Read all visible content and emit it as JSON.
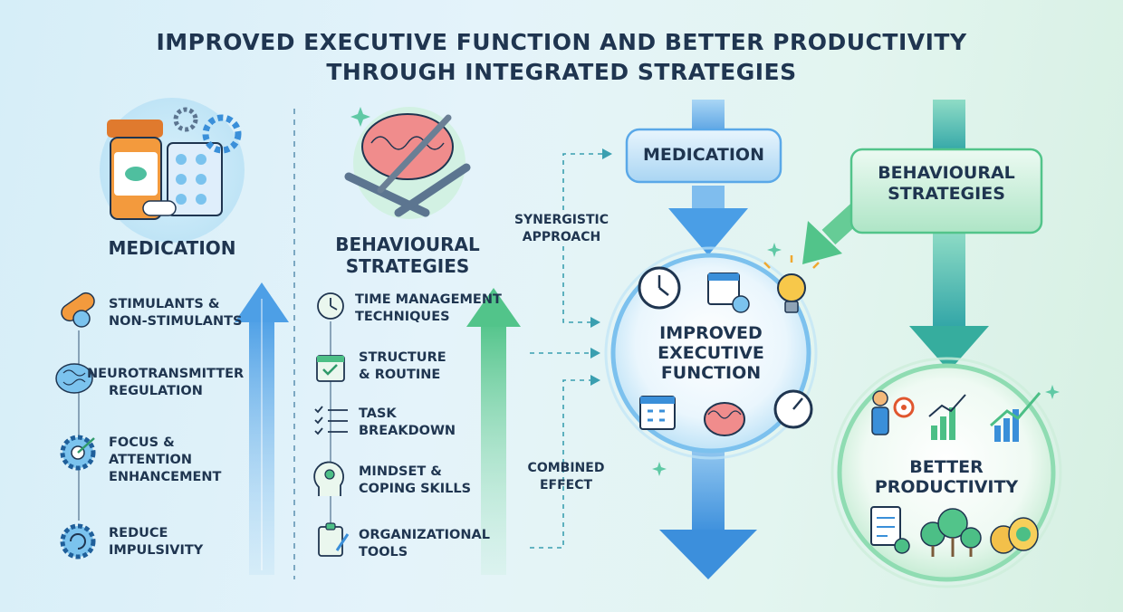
{
  "title": {
    "line1": "IMPROVED EXECUTIVE FUNCTION AND BETTER PRODUCTIVITY",
    "line2": "THROUGH INTEGRATED STRATEGIES"
  },
  "left_column": {
    "heading": "MEDICATION",
    "items": [
      {
        "line1": "STIMULANTS &",
        "line2": "NON-STIMULANTS",
        "icon": "pill-capsule-icon"
      },
      {
        "line1": "NEUROTRANSMITTER",
        "line2": "REGULATION",
        "icon": "brain-icon"
      },
      {
        "line1": "FOCUS &",
        "line2": "ATTENTION",
        "line3": "ENHANCEMENT",
        "icon": "gear-target-icon"
      },
      {
        "line1": "REDUCE",
        "line2": "IMPULSIVITY",
        "icon": "gear-refresh-icon"
      }
    ]
  },
  "middle_column": {
    "heading": {
      "line1": "BEHAVIOURAL",
      "line2": "STRATEGIES"
    },
    "items": [
      {
        "line1": "TIME MANAGEMENT",
        "line2": "TECHNIQUES",
        "icon": "clock-icon"
      },
      {
        "line1": "STRUCTURE",
        "line2": "& ROUTINE",
        "icon": "calendar-check-icon"
      },
      {
        "line1": "TASK",
        "line2": "BREAKDOWN",
        "icon": "checklist-icon"
      },
      {
        "line1": "MINDSET &",
        "line2": "COPING SKILLS",
        "icon": "head-gear-icon"
      },
      {
        "line1": "ORGANIZATIONAL",
        "line2": "TOOLS",
        "icon": "clipboard-icon"
      }
    ]
  },
  "annotations": {
    "synergistic": {
      "line1": "SYNERGISTIC",
      "line2": "APPROACH"
    },
    "combined": {
      "line1": "COMBINED",
      "line2": "EFFECT"
    }
  },
  "flow": {
    "medication_box": "MEDICATION",
    "behavioural_box": {
      "line1": "BEHAVIOURAL",
      "line2": "STRATEGIES"
    },
    "center": {
      "line1": "IMPROVED",
      "line2": "EXECUTIVE",
      "line3": "FUNCTION"
    },
    "outcome": {
      "line1": "BETTER",
      "line2": "PRODUCTIVITY"
    }
  },
  "colors": {
    "text": "#1f3550",
    "blue": "#3a8fd9",
    "green": "#4cbf86",
    "teal": "#2fa9b8",
    "arrow_blue": "#5aa8e8",
    "arrow_green": "#66cc96"
  }
}
